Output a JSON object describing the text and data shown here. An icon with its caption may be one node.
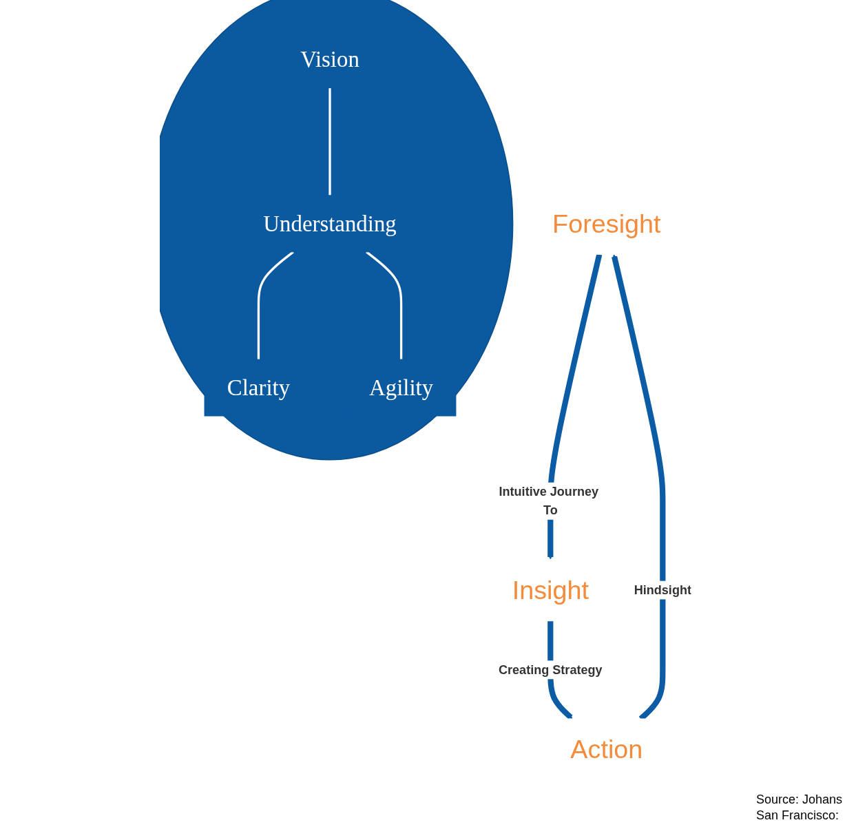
{
  "diagram": {
    "nodes": [
      {
        "text": [
          "Foresight"
        ]
      },
      {
        "text": [],
        "shape": "circle"
      },
      {
        "text": [
          "Vision"
        ],
        "in": 1
      },
      {
        "text": [
          "Understanding"
        ],
        "in": 1
      },
      {
        "text": [
          "Action"
        ]
      },
      {
        "text": [
          "Clarity"
        ],
        "in": 1
      },
      {
        "text": [
          "Agility"
        ],
        "in": 1
      },
      {
        "text": [
          "Insight"
        ]
      }
    ],
    "edges": [
      {
        "from": 0,
        "to": 7,
        "arrow": "to",
        "label": "Intuitive Journey To",
        "style": "thick"
      },
      {
        "from": 7,
        "to": 4,
        "arrow": "to",
        "label": "Creating Strategy",
        "style": "thick"
      },
      {
        "from": 4,
        "to": 0,
        "arrow": "to",
        "label": "Hindsight",
        "style": "thick"
      },
      {
        "from": 2,
        "to": 3,
        "arrow": "none",
        "color": "#ffffff"
      },
      {
        "from": 3,
        "to": 5,
        "arrow": "none",
        "color": "#ffffff"
      },
      {
        "from": 3,
        "to": 6,
        "arrow": "none",
        "color": "#ffffff"
      }
    ],
    "labels": [
      "Source: Johans",
      "San Francisco:"
    ]
  }
}
